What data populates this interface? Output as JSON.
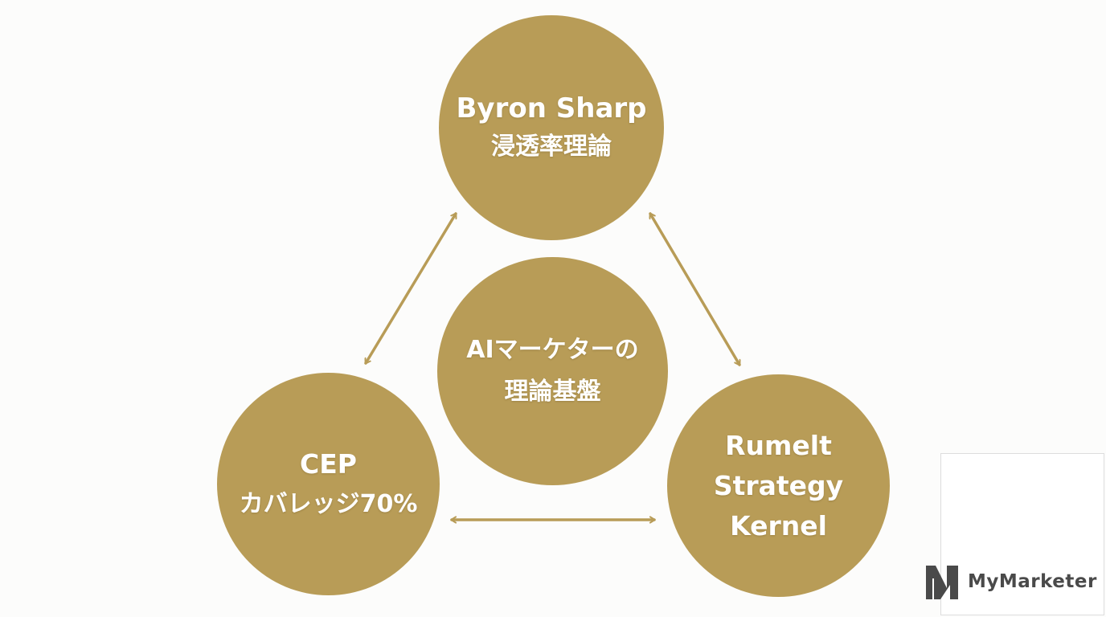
{
  "diagram": {
    "center": {
      "line1": "AIマーケターの",
      "line2": "理論基盤"
    },
    "top": {
      "line1": "Byron Sharp",
      "line2": "浸透率理論"
    },
    "left": {
      "line1": "CEP",
      "line2": "カバレッジ70%"
    },
    "right": {
      "line1": "Rumelt",
      "line2": "Strategy",
      "line3": "Kernel"
    }
  },
  "brand": {
    "name": "MyMarketer"
  },
  "colors": {
    "node": "#b89c57",
    "arrow": "#b89c57",
    "background": "#fcfcfb",
    "logo": "#4a4a4a"
  }
}
